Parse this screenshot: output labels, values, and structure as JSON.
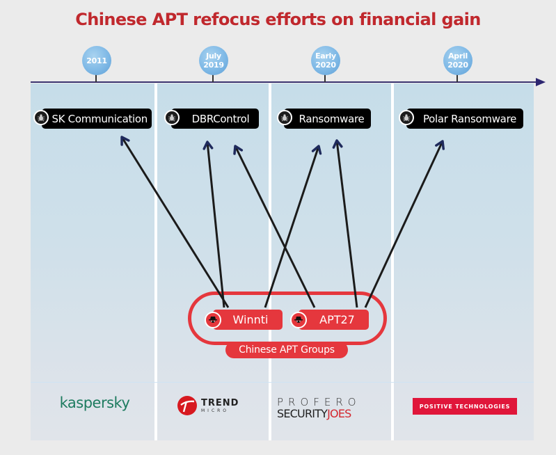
{
  "title": "Chinese APT refocus efforts on financial gain",
  "timeline": [
    {
      "line1": "2011",
      "line2": ""
    },
    {
      "line1": "July",
      "line2": "2019"
    },
    {
      "line1": "Early",
      "line2": "2020"
    },
    {
      "line1": "April",
      "line2": "2020"
    }
  ],
  "targets": [
    {
      "label": "SK Communication",
      "icon": "bug-icon"
    },
    {
      "label": "DBRControl",
      "icon": "bug-icon"
    },
    {
      "label": "Ransomware",
      "icon": "bug-icon"
    },
    {
      "label": "Polar Ransomware",
      "icon": "bug-icon"
    }
  ],
  "groups": {
    "label": "Chinese APT Groups",
    "members": [
      {
        "name": "Winnti",
        "icon": "hacker-icon"
      },
      {
        "name": "APT27",
        "icon": "hacker-icon"
      }
    ]
  },
  "links": [
    {
      "from": "Winnti",
      "to": "SK Communication"
    },
    {
      "from": "Winnti",
      "to": "DBRControl"
    },
    {
      "from": "Winnti",
      "to": "Ransomware"
    },
    {
      "from": "APT27",
      "to": "DBRControl"
    },
    {
      "from": "APT27",
      "to": "Ransomware"
    },
    {
      "from": "APT27",
      "to": "Polar Ransomware"
    }
  ],
  "sources": {
    "kaspersky": "kaspersky",
    "trend_main": "TREND",
    "trend_sub": "MICRO",
    "profero": "PROFERO",
    "security": "SECURITY",
    "joes": "JOES",
    "positive": "POSITIVE TECHNOLOGIES"
  },
  "colors": {
    "title": "#c0282d",
    "apt_red": "#e5373d",
    "arrow_head": "#1f2a5c",
    "kaspersky_green": "#1d7b5f",
    "positive_red": "#e0163a"
  }
}
